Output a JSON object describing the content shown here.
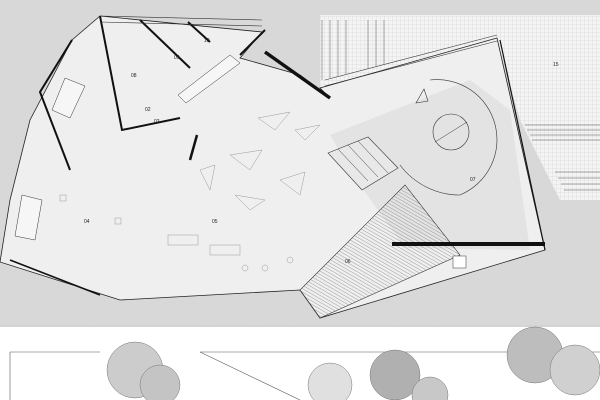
{
  "plan": {
    "room_labels": {
      "r10": "10",
      "r09": "09",
      "r08": "08",
      "r02a": "02",
      "r02b": "02",
      "r04": "04",
      "r05": "05",
      "r06": "06",
      "r07": "07",
      "r15": "15"
    },
    "colors": {
      "ground": "#c9c9c9",
      "floor": "#efefef",
      "court": "#e2e2e2",
      "wall": "#111111",
      "grid": "#bdbdbd"
    }
  }
}
